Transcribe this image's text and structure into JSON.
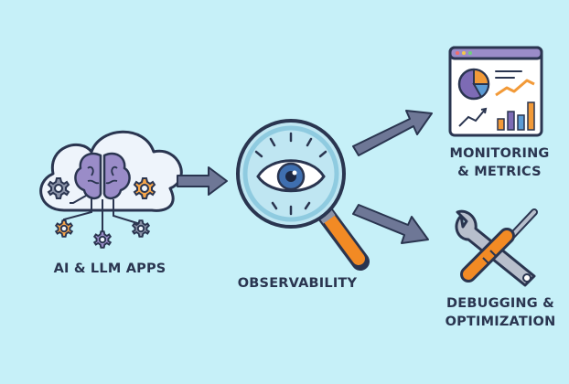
{
  "nodes": {
    "ai_apps": {
      "label": "AI & LLM APPS"
    },
    "observability": {
      "label": "OBSERVABILITY"
    },
    "monitoring": {
      "line1": "MONITORING",
      "line2": "& METRICS"
    },
    "debugging": {
      "line1": "DEBUGGING &",
      "line2": "OPTIMIZATION"
    }
  },
  "colors": {
    "background": "#c6f0f8",
    "outline": "#2a3550",
    "arrow": "#6e7796",
    "cloud": "#eef4fb",
    "brain": "#9a8cc8",
    "gear_gray": "#8b93a8",
    "gear_orange": "#f5a54a",
    "lens": "#bfe6f2",
    "eye_iris": "#3f6fb0",
    "handle": "#f28a24",
    "chart_purple": "#7d6bb5",
    "chart_orange": "#f29a38",
    "chart_blue": "#5b9bd5",
    "tool_gray": "#b8bfcc"
  },
  "icons": [
    "cloud-icon",
    "brain-icon",
    "gear-icon",
    "magnifier-icon",
    "eye-icon",
    "dashboard-icon",
    "wrench-icon",
    "screwdriver-icon",
    "arrow-icon"
  ]
}
